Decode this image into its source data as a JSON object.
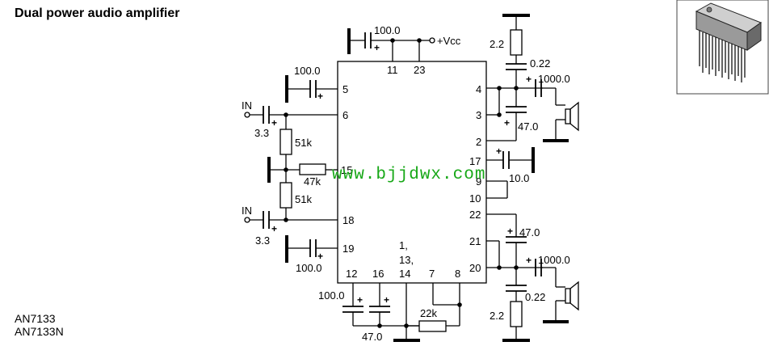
{
  "title": "Dual power audio amplifier",
  "part_numbers": [
    "AN7133",
    "AN7133N"
  ],
  "watermark": "www.bjjdwx.com",
  "supply_label": "+Vcc",
  "input_label": "IN",
  "pins": {
    "p4": "4",
    "p3": "3",
    "p2": "2",
    "p17": "17",
    "p9": "9",
    "p10": "10",
    "p22": "22",
    "p21": "21",
    "p20": "20",
    "p5": "5",
    "p6": "6",
    "p15": "15",
    "p18": "18",
    "p19": "19",
    "p11": "11",
    "p23": "23",
    "p12": "12",
    "p16": "16",
    "p7": "7",
    "p8": "8",
    "p1": "1,",
    "p13": "13,",
    "p14": "14"
  },
  "components": {
    "c_top_supply": "100.0",
    "c_pin5": "100.0",
    "c_in1": "3.3",
    "r_top": "51k",
    "r_mid": "47k",
    "r_bottom": "51k",
    "c_in2": "3.3",
    "c_pin19": "100.0",
    "c_pin12": "100.0",
    "c_pin16": "47.0",
    "r_pin78": "22k",
    "r_out1": "2.2",
    "c_zobel1": "0.22",
    "c_out1": "1000.0",
    "c_boot1": "47.0",
    "c_pin17": "10.0",
    "c_boot2": "47.0",
    "c_out2": "1000.0",
    "c_zobel2": "0.22",
    "r_out2": "2.2"
  },
  "colors": {
    "ink": "#000000",
    "watermark": "#18a818",
    "background": "#ffffff"
  },
  "icons": [
    "speaker-icon",
    "ic-package-icon",
    "ground-bar-icon"
  ]
}
